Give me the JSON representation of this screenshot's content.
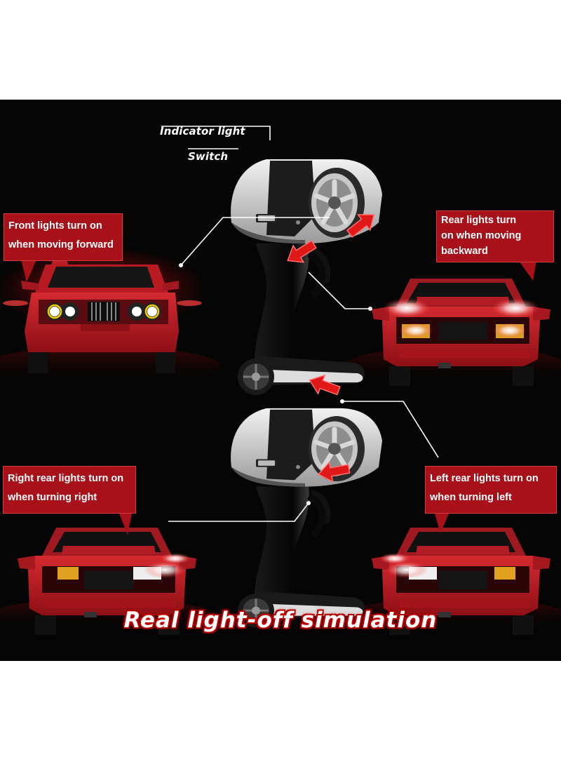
{
  "labels": {
    "indicator_light": "Indicator light",
    "switch": "Switch",
    "front_lights": [
      "Front lights turn on",
      "when moving forward"
    ],
    "rear_lights": [
      "Rear lights turn",
      "on when moving",
      "backward"
    ],
    "right_rear": [
      "Right rear lights turn on",
      "when turning right"
    ],
    "left_rear": [
      "Left rear lights turn on",
      "when turning left"
    ],
    "caption": "Real light-off simulation"
  },
  "colors": {
    "background": "#050505",
    "callout_red": "#a8111a",
    "car_red": "#c41a23",
    "arrow_red": "#e01818",
    "light_white": "#ffffff",
    "light_amber": "#f0a020"
  },
  "icons": [
    "remote-controller-icon",
    "steering-wheel-icon",
    "red-arrow-icon",
    "rc-car-icon"
  ]
}
